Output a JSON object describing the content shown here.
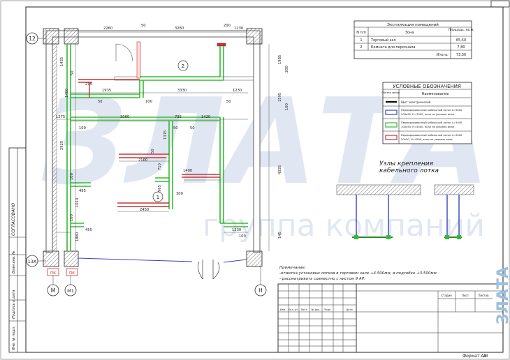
{
  "watermark": {
    "brand": "ЗЛАТА",
    "tagline": "группа компаний"
  },
  "explication": {
    "title": "Экспликация помещений",
    "headers": [
      "N п/п",
      "Зона",
      "Площадь, кв.м."
    ],
    "rows": [
      {
        "n": "1",
        "zone": "Торговый зал",
        "area": "65,50"
      },
      {
        "n": "2",
        "zone": "Комната для персонала",
        "area": "7,80"
      }
    ],
    "total_label": "Итого:",
    "total_value": "73,30"
  },
  "legend": {
    "title": "УСЛОВНЫЕ ОБОЗНАЧЕНИЯ",
    "col_symbol": "Обозна чение",
    "col_name": "Наименование",
    "items": [
      {
        "color": "#111111",
        "text1": "Щит электрический",
        "text2": ""
      },
      {
        "color": "#3344bb",
        "text1": "Перфорированный кабельный лоток L=3000",
        "text2": "200х50, Н=3500, если не указано иное"
      },
      {
        "color": "#33bb33",
        "text1": "Перфорированный кабельный лоток L=3000",
        "text2": "100х50, Н=4500, если не указано иное"
      },
      {
        "color": "#cc3333",
        "text1": "Перфорированный кабельный лоток L=3000",
        "text2": "50х50, Н=4500, если не указано иное"
      }
    ]
  },
  "nodes_title": {
    "line1": "Узлы крепления",
    "line2": "кабельного лотка"
  },
  "notes": {
    "heading": "Примечание:",
    "line1": "-отметка установки лотков в торговом зале +4.500мм, в подсобке +3.500мм.",
    "line2": "- рассматривать совместно с листом 9 АР."
  },
  "axes": {
    "a12": "12",
    "a13a": "13А",
    "m": "М",
    "m1": "М1",
    "h": "Н"
  },
  "rooms": {
    "r1": "1",
    "r2": "2"
  },
  "panels": {
    "p1": "ПК",
    "p2": "ПК"
  },
  "dims": {
    "d2260": "2260",
    "d50a": "50",
    "d3280": "3280",
    "d200a": "200",
    "d1230a": "1230",
    "d1435": "1435",
    "d50b": "50",
    "d215": "215",
    "d1985": "1985",
    "d200b": "200",
    "d1935": "1935",
    "d3330": "3330",
    "d1230b": "1230",
    "d1400": "1400",
    "d50c": "50",
    "d100a": "100",
    "d50d": "50",
    "d1595": "1595",
    "d100b": "100",
    "d1275": "1275",
    "d3060": "3060",
    "d735": "735",
    "d1420": "1420",
    "d100c": "100",
    "d50e": "50",
    "d50f": "50",
    "d1315": "1315",
    "d2925": "2925",
    "d2100": "2100",
    "d50g": "50",
    "d710": "710",
    "d1400b": "1400",
    "d100d": "100",
    "d4335": "4335",
    "d495": "495",
    "d1010": "1010",
    "d965": "965",
    "d300": "300",
    "d2450": "2450",
    "d100e": "100",
    "d1880": "1880",
    "d455": "455",
    "d1230c": "1230",
    "d100f": "100",
    "d145": "145"
  },
  "title_block": {
    "headers": [
      "Изм.",
      "Кол. уч.",
      "Лист",
      "№ док.",
      "Подп.",
      "Дата"
    ],
    "stage": "Стадия",
    "sheet": "Лист",
    "sheets": "Листов"
  },
  "side_stamp": {
    "agreed": "СОГЛАСОВАНО",
    "replaced": "Взам.инв. №",
    "sign_date": "Подпись и дата",
    "inv_orig": "Инв. № подл."
  },
  "format": {
    "label": "Формат А3",
    "suffix": "А3"
  },
  "logo": "ЗЛАТА"
}
